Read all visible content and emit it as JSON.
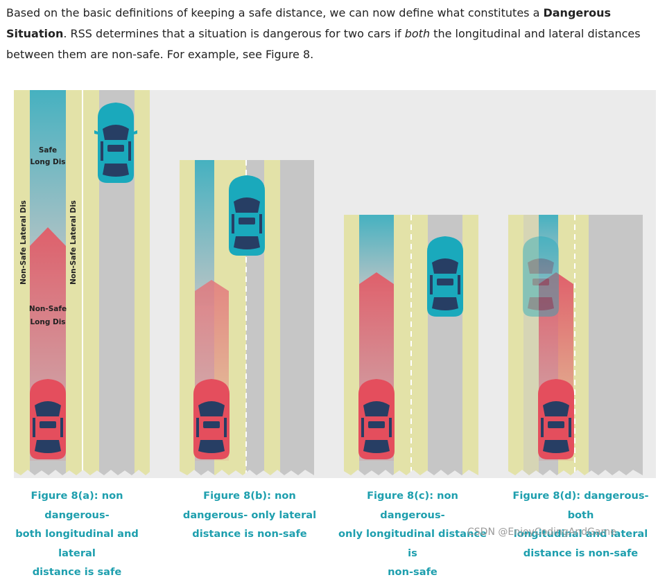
{
  "intro": {
    "part1": "Based on the basic definitions of keeping a safe distance, we can now define what constitutes a ",
    "bold1": "Dangerous Situation",
    "part2": ". RSS determines that a situation is dangerous for two cars if ",
    "italic1": "both",
    "part3": " the longitudinal and lateral distances between them are non-safe. For example, see Figure 8."
  },
  "figure": {
    "labels": {
      "safe_long_1": "Safe",
      "safe_long_2": "Long Dis",
      "nonsafe_long_1": "Non-Safe",
      "nonsafe_long_2": "Long Dis",
      "nonsafe_lat_left": "Non-Safe Lateral Dis",
      "nonsafe_lat_right": "Non-Safe Lateral Dis"
    },
    "colors": {
      "road": "#c6c6c6",
      "background": "#ebebeb",
      "lateral_band": "#e3e2a8",
      "safe_zone": "#4fb5c3",
      "danger_zone": "#e0606b",
      "car_teal": "#1aa9bc",
      "car_red": "#e44e5d",
      "car_window": "#273e64",
      "caption": "#1e9fae"
    }
  },
  "captions": [
    {
      "line1": "Figure 8(a): non dangerous-",
      "line2": "both longitudinal and lateral",
      "line3": "distance is safe"
    },
    {
      "line1": "Figure 8(b): non",
      "line2": "dangerous- only lateral",
      "line3": "distance is non-safe"
    },
    {
      "line1": "Figure 8(c): non dangerous-",
      "line2": "only longitudinal distance is",
      "line3": "non-safe"
    },
    {
      "line1": "Figure 8(d): dangerous- both",
      "line2": "longitudinal and lateral",
      "line3": "distance is non-safe"
    }
  ],
  "watermark": "CSDN @EnjoyCodingAndGame"
}
